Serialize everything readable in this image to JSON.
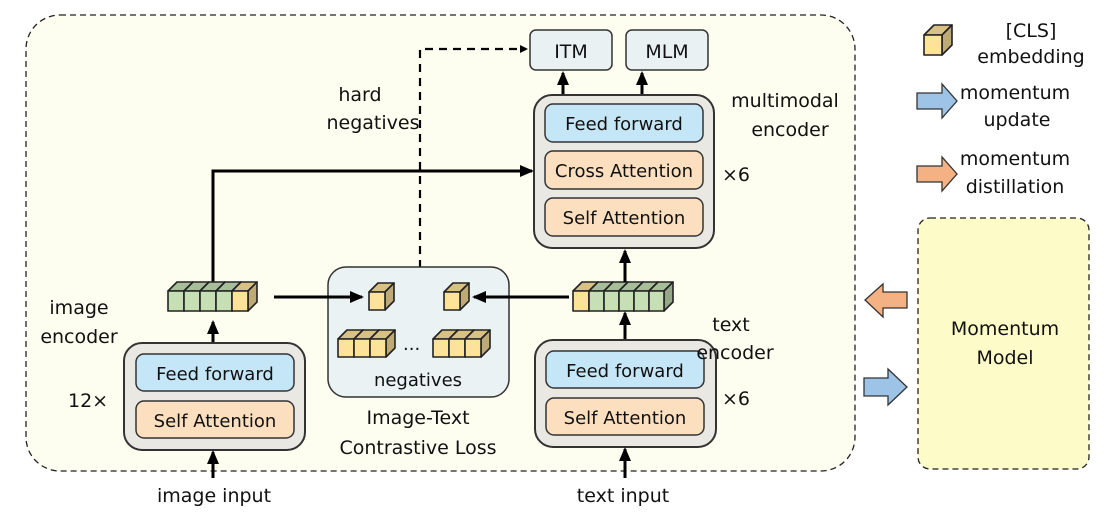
{
  "colors": {
    "outer_bg": "#fdfdf0",
    "encoder_bg": "#e9e8e3",
    "feed_forward": "#c5e6f6",
    "attention": "#fbdfbf",
    "head_box": "#eaf1f3",
    "itc_box": "#eaf2f3",
    "token_green": "#c6dfb5",
    "token_cls": "#fde39a",
    "momentum_model_bg": "#fdfbc8",
    "update_arrow": "#9dc3e6",
    "distill_arrow": "#f4b183"
  },
  "heads": {
    "itm": "ITM",
    "mlm": "MLM"
  },
  "hard_negatives": [
    "hard",
    "negatives"
  ],
  "multimodal_encoder": {
    "label": [
      "multimodal",
      "encoder"
    ],
    "repeat": "×6",
    "layers": [
      "Feed forward",
      "Cross Attention",
      "Self Attention"
    ]
  },
  "image_encoder": {
    "label": [
      "image",
      "encoder"
    ],
    "repeat": "12×",
    "layers": [
      "Feed forward",
      "Self Attention"
    ],
    "input": "image input"
  },
  "text_encoder": {
    "label": [
      "text",
      "encoder"
    ],
    "repeat": "×6",
    "layers": [
      "Feed forward",
      "Self Attention"
    ],
    "input": "text input"
  },
  "itc": {
    "negatives": "negatives",
    "ellipsis": "...",
    "caption": [
      "Image-Text",
      "Contrastive Loss"
    ]
  },
  "legend": {
    "cls": [
      "[CLS]",
      "embedding"
    ],
    "update": [
      "momentum",
      "update"
    ],
    "distill": [
      "momentum",
      "distillation"
    ]
  },
  "momentum_model": [
    "Momentum",
    "Model"
  ]
}
